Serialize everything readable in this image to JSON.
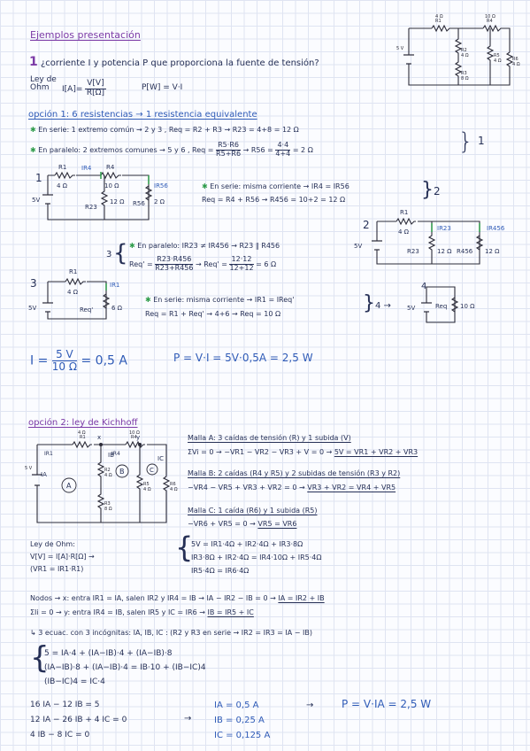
{
  "title": "Ejemplos presentación",
  "problem": {
    "number": "1",
    "question": "¿corriente I y potencia P que proporciona la fuente de tensión?",
    "ohm_label": "Ley de Ohm",
    "ohm_formula_left": "I[A]=",
    "ohm_num": "V[V]",
    "ohm_den": "R[Ω]",
    "power_formula": "P[W] = V·I"
  },
  "top_circuit": {
    "source": "5 V",
    "r1": "R1",
    "r1v": "4 Ω",
    "r2": "R2",
    "r2v": "4 Ω",
    "r3": "R3",
    "r3v": "8 Ω",
    "r4": "R4",
    "r4v": "10 Ω",
    "r5": "R5",
    "r5v": "4 Ω",
    "r6": "R6",
    "r6v": "4 Ω"
  },
  "option1": {
    "heading": "opción 1: 6 resistencias → 1 resistencia equivalente",
    "series_line": "En serie: 1 extremo común → 2 y 3 , Req = R2 + R3 → R23 = 4+8 = 12 Ω",
    "parallel_a": "En paralelo: 2 extremos comunes → 5 y 6 ,",
    "req_label": "Req =",
    "par_num": "R5·R6",
    "par_den": "R5+R6",
    "arrow_r56": "→ R56 =",
    "num44": "4·4",
    "den44": "4+4",
    "eq2": "= 2 Ω",
    "brace1": "1",
    "step1": "1",
    "c1_r1": "R1",
    "c1_r1v": "4 Ω",
    "c1_r4": "R4",
    "c1_r4v": "10 Ω",
    "c1_ir4": "IR4",
    "c1_r23": "R23",
    "c1_r23v": "12 Ω",
    "c1_r56": "R56",
    "c1_r56v": "2 Ω",
    "c1_ir56": "IR56",
    "c1_source": "5V",
    "series2_a": "En serie: misma corriente → IR4 = IR56",
    "series2_b": "Req = R4 + R56 → R456 = 10+2 = 12 Ω",
    "brace2": "2",
    "step2": "2",
    "c2_r1": "R1",
    "c2_r1v": "4 Ω",
    "c2_ir23": "IR23",
    "c2_ir456": "IR456",
    "c2_r23": "R23",
    "c2_r23v": "12 Ω",
    "c2_r456": "R456",
    "c2_r456v": "12 Ω",
    "c2_source": "5V",
    "step3_brace": "3",
    "par3_a": "En paralelo: IR23 ≠ IR456 → R23 ∥ R456",
    "par3_req": "Req' =",
    "par3_num": "R23·R456",
    "par3_den": "R23+R456",
    "par3_arrow": "→ Req' =",
    "par3_num2": "12·12",
    "par3_den2": "12+12",
    "par3_res": "= 6 Ω",
    "step3": "3",
    "c3_r1": "R1",
    "c3_r1v": "4 Ω",
    "c3_ir1": "IR1",
    "c3_req": "Req'",
    "c3_reqv": "6 Ω",
    "c3_source": "5V",
    "series4_a": "En serie: misma corriente → IR1 = IReq'",
    "series4_b": "Req = R1 + Req' → 4+6 → Req = 10 Ω",
    "brace4": "4",
    "step4": "4",
    "c4_source": "5V",
    "c4_req": "Req",
    "c4_reqv": "10 Ω",
    "result_I_lhs": "I =",
    "result_I_num": "5 V",
    "result_I_den": "10 Ω",
    "result_I_rhs": "= 0,5 A",
    "result_P": "P = V·I = 5V·0,5A = 2,5 W"
  },
  "option2": {
    "heading": "opción 2: ley de Kichhoff",
    "malla_a_t": "Malla A: 3 caídas de tensión (R) y 1 subida (V)",
    "malla_a_e": "ΣVi = 0 → −VR1 − VR2 − VR3 + V = 0 →",
    "malla_a_r": "5V = VR1 + VR2 + VR3",
    "malla_b_t": "Malla B: 2 caídas (R4 y R5) y 2 subidas de tensión (R3 y R2)",
    "malla_b_e": "−VR4 − VR5 + VR3 + VR2 = 0 →",
    "malla_b_r": "VR3 + VR2 = VR4 + VR5",
    "malla_c_t": "Malla C: 1 caída (R6) y 1 subida (R5)",
    "malla_c_e": "−VR6 + VR5 = 0 →",
    "malla_c_r": "VR5 = VR6",
    "ohm_a": "Ley de Ohm:",
    "ohm_b": "V[V] = I[A]·R[Ω] →",
    "ohm_c": "(VR1 = IR1·R1)",
    "sys1": "5V = IR1·4Ω + IR2·4Ω + IR3·8Ω",
    "sys2": "IR3·8Ω + IR2·4Ω = IR4·10Ω + IR5·4Ω",
    "sys3": "IR5·4Ω = IR6·4Ω",
    "nodos1": "Nodos → x: entra IR1 = IA, salen IR2 y IR4 = IB → IA − IR2 − IB = 0 →",
    "nodos1_r": "IA = IR2 + IB",
    "nodos2": "ΣIi = 0 → y: entra IR4 = IB, salen IR5 y IC = IR6 →",
    "nodos2_r": "IB = IR5 + IC",
    "ecuac": "↳ 3 ecuac. con 3 incógnitas: IA, IB, IC : (R2 y R3 en serie → IR2 = IR3 = IA − IB)",
    "eq1": "5 = IA·4 + (IA−IB)·4 + (IA−IB)·8",
    "eq2": "(IA−IB)·8 + (IA−IB)·4 = IB·10 + (IB−IC)4",
    "eq3": "(IB−IC)4 = IC·4",
    "lin1": "16 IA − 12 IB = 5",
    "lin2": "12 IA − 26 IB + 4 IC = 0",
    "lin3": "4 IB − 8 IC = 0",
    "arrow": "→",
    "sol1": "IA = 0,5 A",
    "sol2": "IB = 0,25 A",
    "sol3": "IC = 0,125 A",
    "sol_arrow": "→",
    "sol_P": "P = V·IA = 2,5 W",
    "c5_source": "5 V",
    "c5_ia": "IA",
    "c5_ib": "IB",
    "c5_ic": "IC",
    "c5_ir1": "IR1",
    "c5_ir4": "IR4",
    "c5_x": "x",
    "c5_y": "y",
    "c5_a": "A",
    "c5_b": "B",
    "c5_c": "C",
    "c5_r1": "4 Ω",
    "c5_r1n": "R1",
    "c5_r4": "10 Ω",
    "c5_r4n": "R4",
    "c5_r2": "R2",
    "c5_r2v": "4 Ω",
    "c5_r3": "R3",
    "c5_r3v": "8 Ω",
    "c5_r5": "R5",
    "c5_r5v": "4 Ω",
    "c5_r6": "R6",
    "c5_r6v": "4 Ω"
  },
  "colors": {
    "heading_purple": "#7b3aa6",
    "ink_blue": "#2f5bb7",
    "highlight_green": "#2e9c4a",
    "ink_dark": "#263056"
  }
}
